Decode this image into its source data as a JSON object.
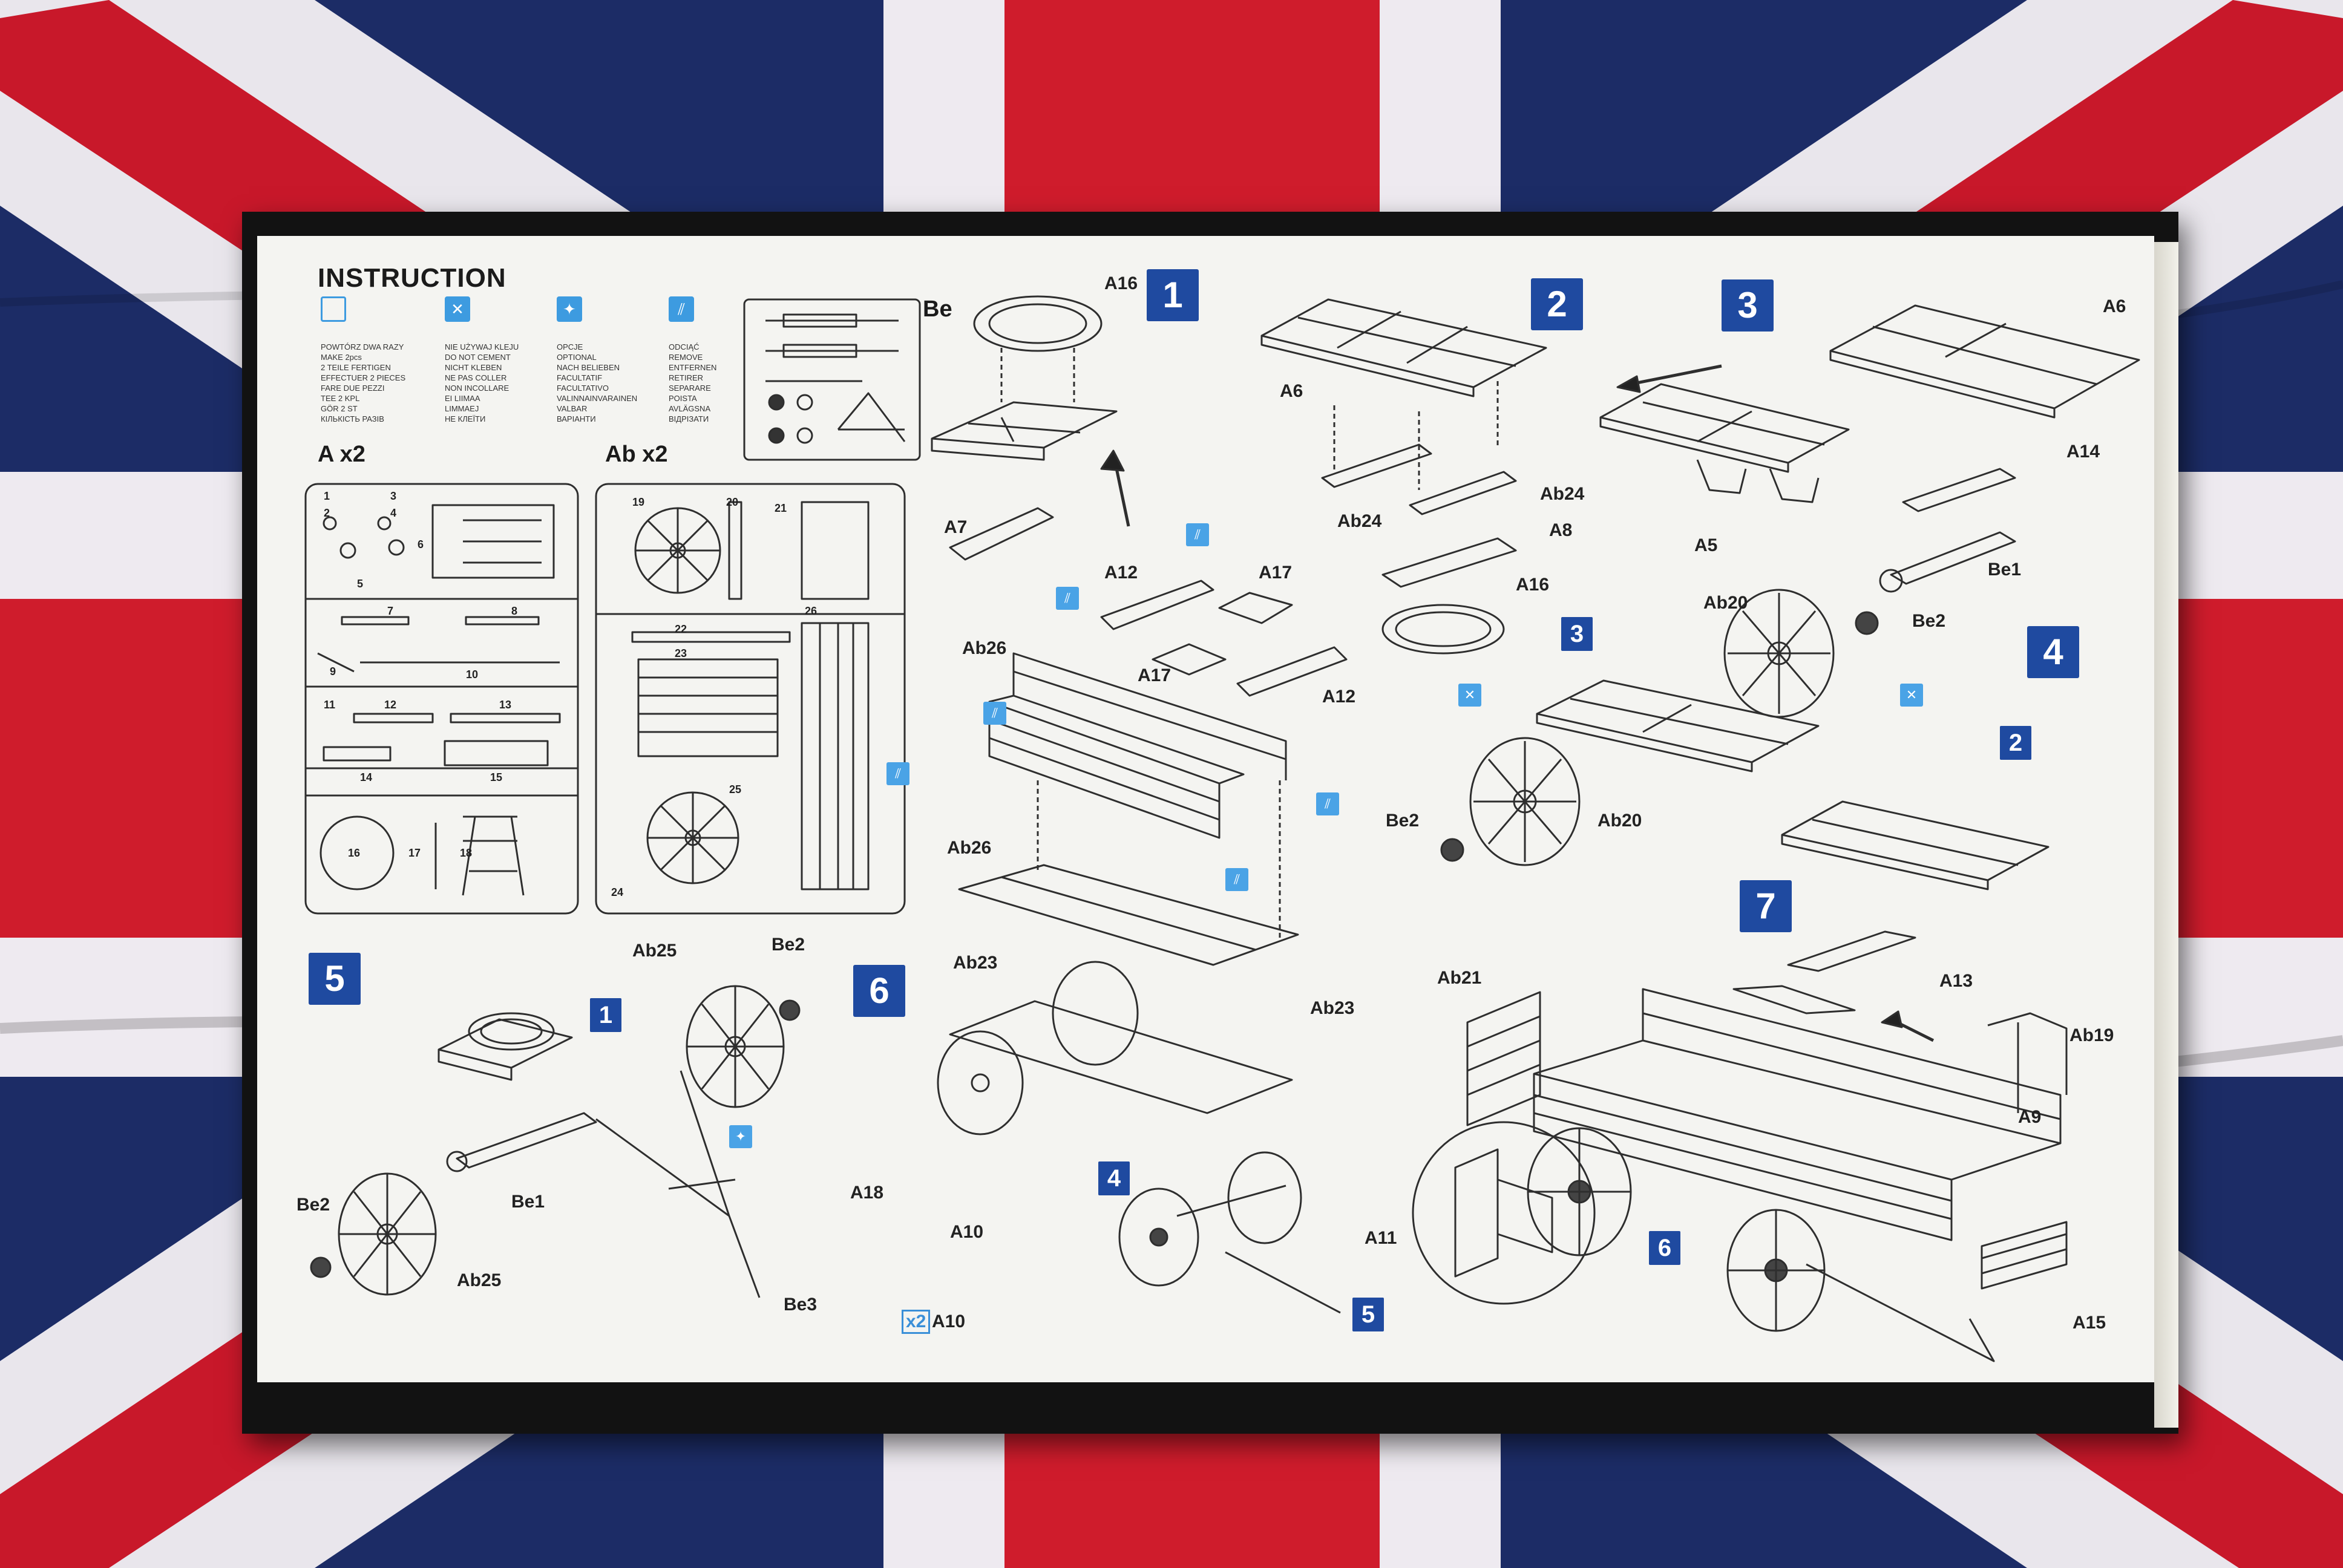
{
  "sheet": {
    "title": "INSTRUCTION",
    "legend": [
      {
        "icon": "repeat-icon",
        "lines": [
          "POWTÓRZ DWA RAZY",
          "MAKE 2pcs",
          "2 TEILE FERTIGEN",
          "EFFECTUER 2 PIECES",
          "FARE DUE PEZZI",
          "TEE 2 KPL",
          "GÖR 2 ST",
          "КІЛЬКІСТЬ РАЗІВ"
        ]
      },
      {
        "icon": "no-glue-icon",
        "lines": [
          "NIE UŻYWAJ KLEJU",
          "DO NOT CEMENT",
          "NICHT KLEBEN",
          "NE PAS COLLER",
          "NON INCOLLARE",
          "EI LIIMAA",
          "LIMMAEJ",
          "НЕ КЛЕЇТИ"
        ]
      },
      {
        "icon": "optional-icon",
        "lines": [
          "OPCJE",
          "OPTIONAL",
          "NACH BELIEBEN",
          "FACULTATIF",
          "FACULTATIVO",
          "VALINNAINVARAINEN",
          "VALBAR",
          "ВАРІАНТИ"
        ]
      },
      {
        "icon": "remove-icon",
        "lines": [
          "ODCIĄĆ",
          "REMOVE",
          "ENTFERNEN",
          "RETIRER",
          "SEPARARE",
          "POISTA",
          "AVLÄGSNA",
          "ВІДРІЗАТИ"
        ]
      }
    ],
    "sprues": {
      "be": "Be",
      "a": "A x2",
      "ab": "Ab x2",
      "a_numbers": [
        "1",
        "2",
        "3",
        "4",
        "5",
        "6",
        "7",
        "8",
        "9",
        "10",
        "11",
        "12",
        "13",
        "14",
        "15",
        "16",
        "17",
        "18"
      ],
      "ab_numbers": [
        "19",
        "20",
        "21",
        "22",
        "23",
        "24",
        "25",
        "26"
      ]
    },
    "steps": [
      "1",
      "2",
      "3",
      "4",
      "5",
      "6",
      "7"
    ],
    "refs": {
      "r3": "3",
      "r2": "2",
      "r1": "1",
      "r4": "4",
      "r5": "5",
      "r6": "6"
    },
    "parts": {
      "a16_top": "A16",
      "a7": "A7",
      "a12_a": "A12",
      "a17_a": "A17",
      "a17_b": "A17",
      "a12_b": "A12",
      "a6_s2": "A6",
      "ab24_a": "Ab24",
      "ab24_b": "Ab24",
      "a8": "A8",
      "a16_s2": "A16",
      "a6_s3": "A6",
      "a14": "A14",
      "a5": "A5",
      "be1_s3": "Be1",
      "ab20_a": "Ab20",
      "be2_s4": "Be2",
      "be2_s4b": "Be2",
      "ab20_b": "Ab20",
      "ab26_a": "Ab26",
      "ab26_b": "Ab26",
      "ab23_a": "Ab23",
      "ab23_b": "Ab23",
      "ab25_a": "Ab25",
      "be2_s5": "Be2",
      "be2_s5b": "Be2",
      "be1_s5": "Be1",
      "ab25_b": "Ab25",
      "a18": "A18",
      "a10_a": "A10",
      "be3": "Be3",
      "a10_b": "A10",
      "ab21": "Ab21",
      "a13": "A13",
      "ab19": "Ab19",
      "a9": "A9",
      "a11": "A11",
      "a15": "A15"
    },
    "x2_label": "x2"
  },
  "colors": {
    "accent_blue": "#1f4aa0",
    "icon_blue": "#4aa3e6",
    "sheet": "#f4f4f1",
    "flag_red": "#c8182a",
    "flag_blue": "#1c2c66"
  }
}
